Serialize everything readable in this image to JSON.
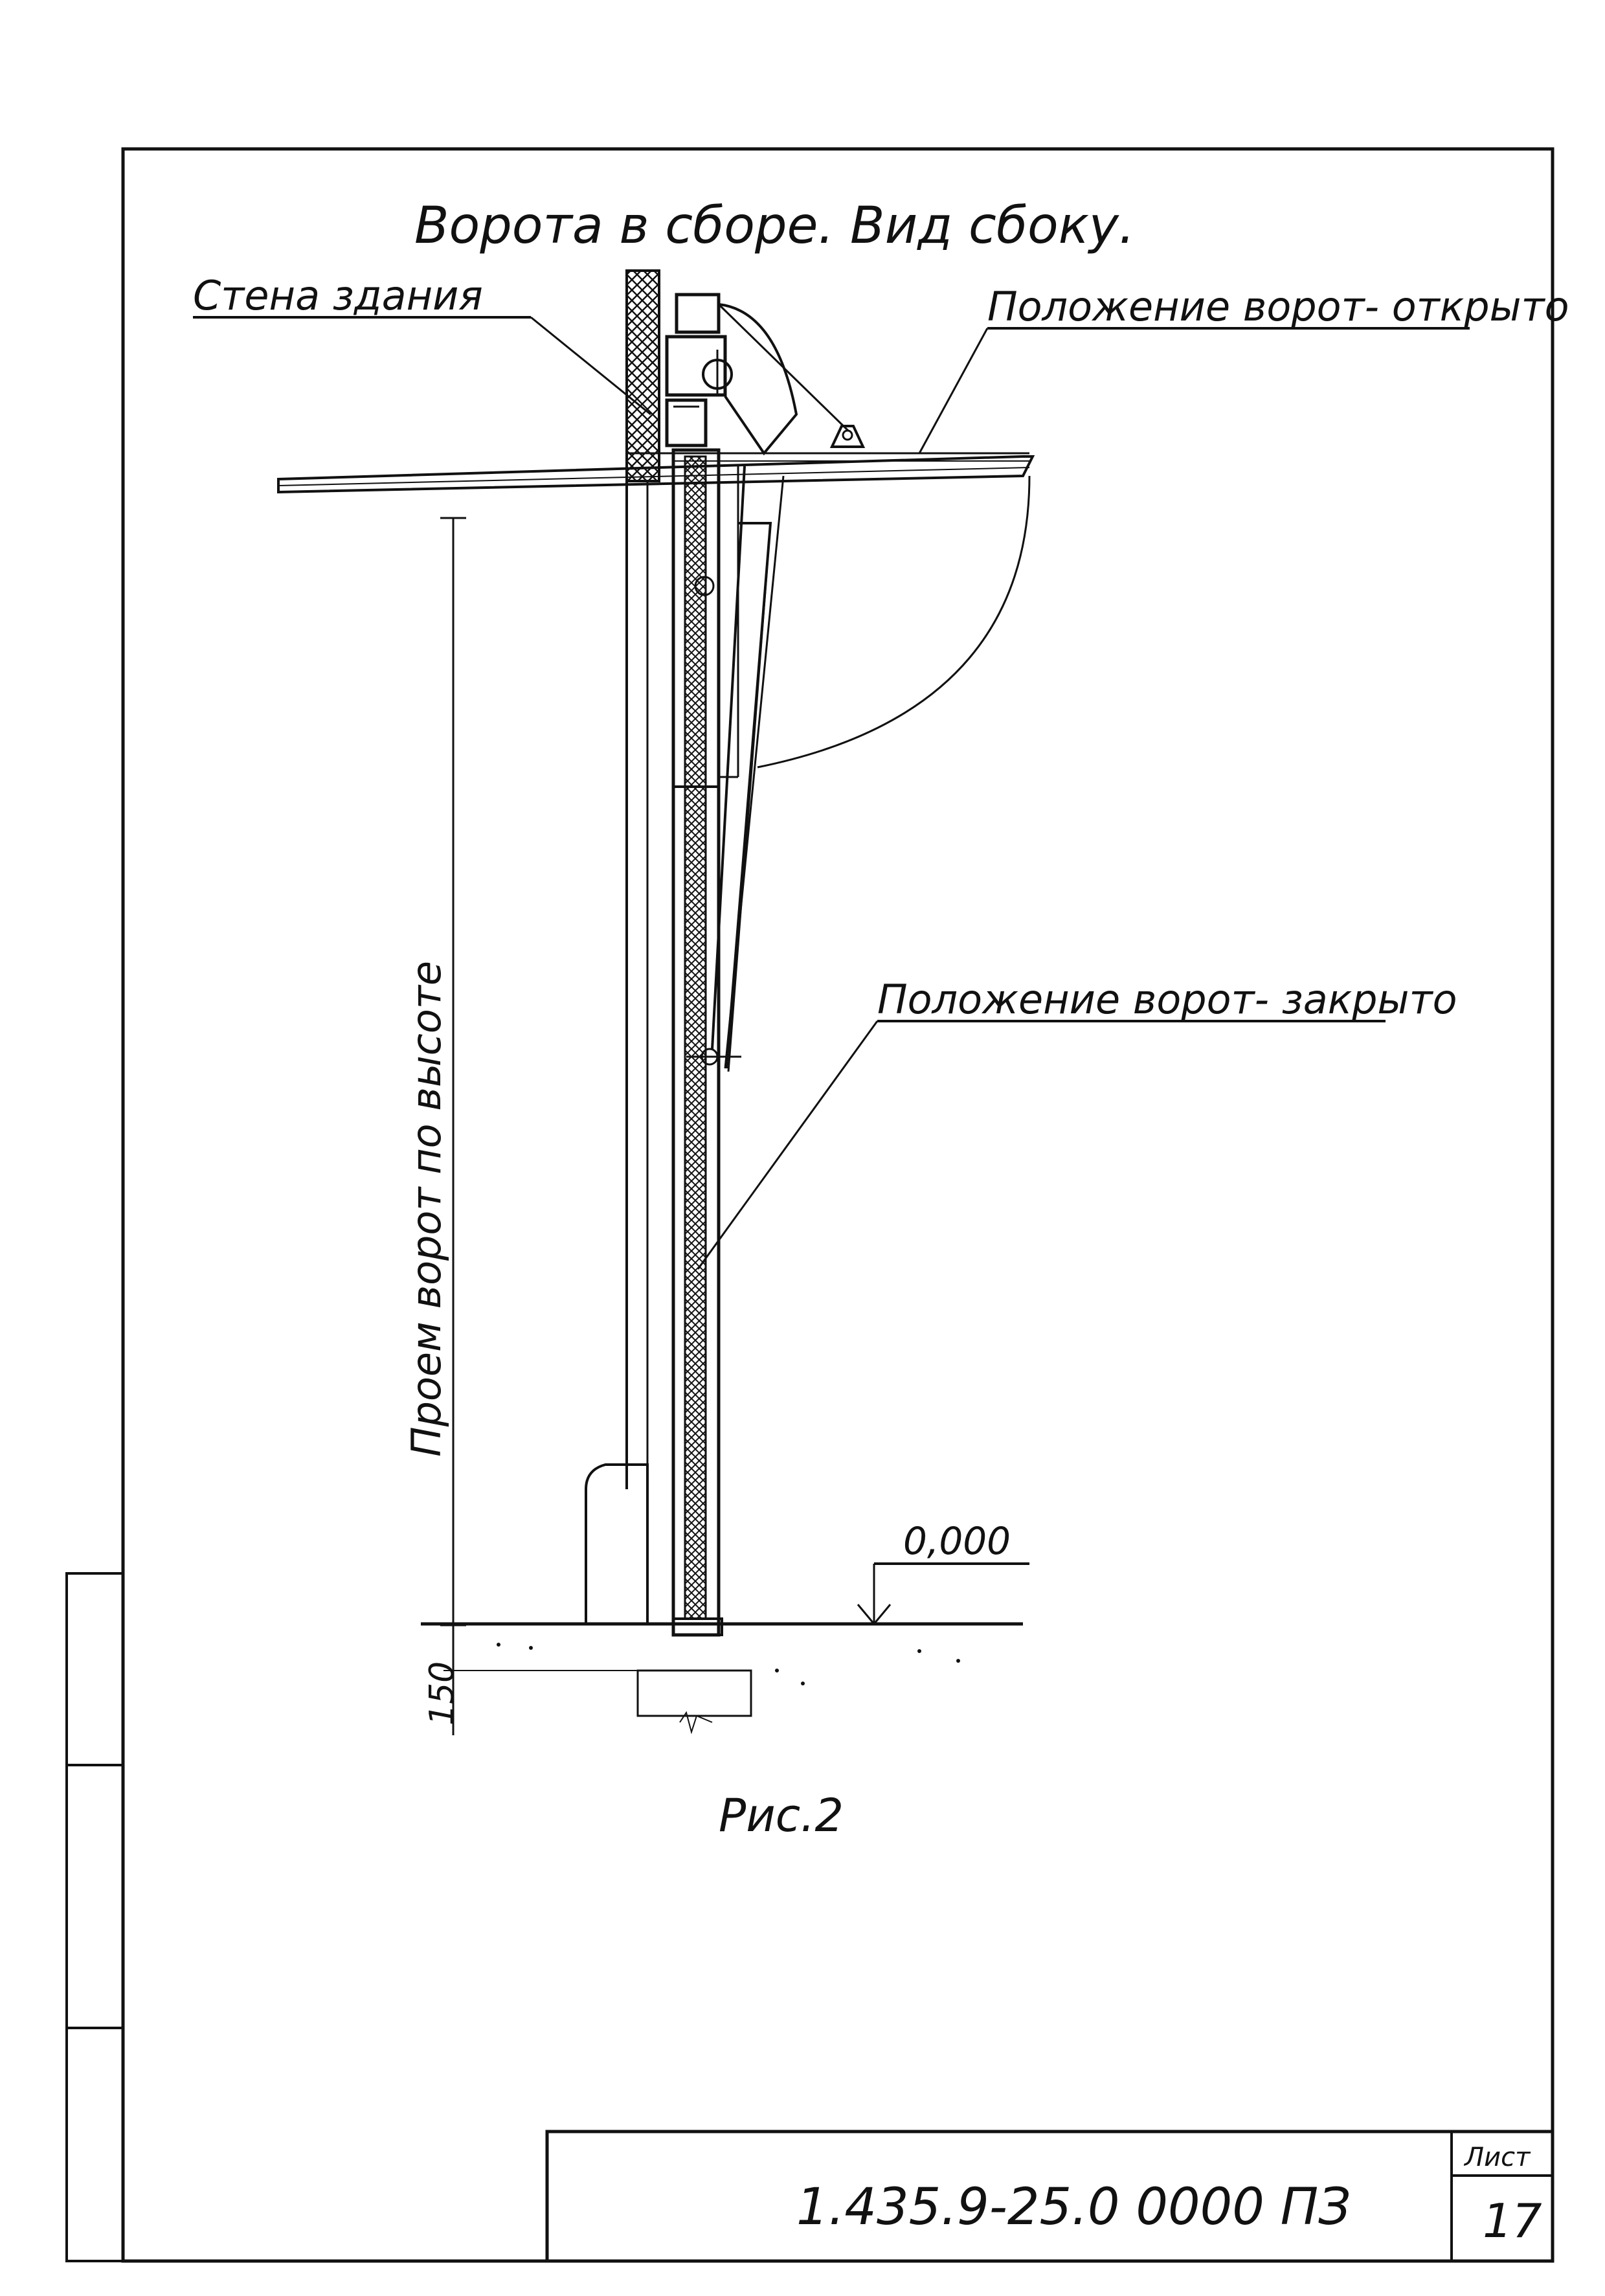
{
  "drawing": {
    "title": "Ворота в сборе. Вид сбоку.",
    "figure_caption": "Рис.2",
    "labels": {
      "wall": "Стена здания",
      "open_position": "Положение ворот- открыто",
      "closed_position": "Положение ворот- закрыто",
      "opening_height": "Проем ворот по высоте",
      "level": "0,000",
      "dimension": "150"
    }
  },
  "title_block": {
    "document_code": "1.435.9-25.0 0000 ПЗ",
    "sheet_label": "Лист",
    "sheet_number": "17"
  }
}
